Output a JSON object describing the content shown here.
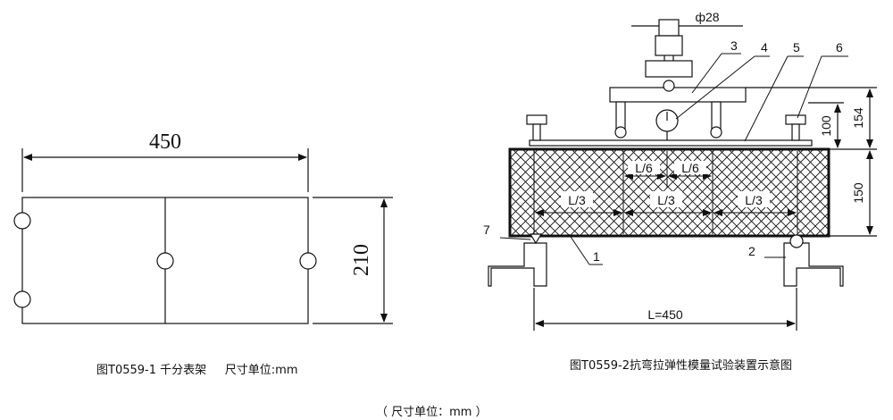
{
  "figure1": {
    "dim_width": "450",
    "dim_height": "210",
    "caption": "图T0559-1 千分表架     尺寸单位:mm"
  },
  "figure2": {
    "dim_diameter": "ф28",
    "dim_154": "154",
    "dim_100": "100",
    "dim_150": "150",
    "dim_span": "L=450",
    "label_l6_left": "L/6",
    "label_l6_right": "L/6",
    "label_l3_left": "L/3",
    "label_l3_mid": "L/3",
    "label_l3_right": "L/3",
    "callouts": [
      "1",
      "2",
      "3",
      "4",
      "5",
      "6",
      "7"
    ],
    "caption": "图T0559-2抗弯拉弹性模量试验装置示意图"
  },
  "footer_note": "（ 尺寸单位：mm ）",
  "colors": {
    "line": "#111111",
    "background": "#ffffff"
  }
}
